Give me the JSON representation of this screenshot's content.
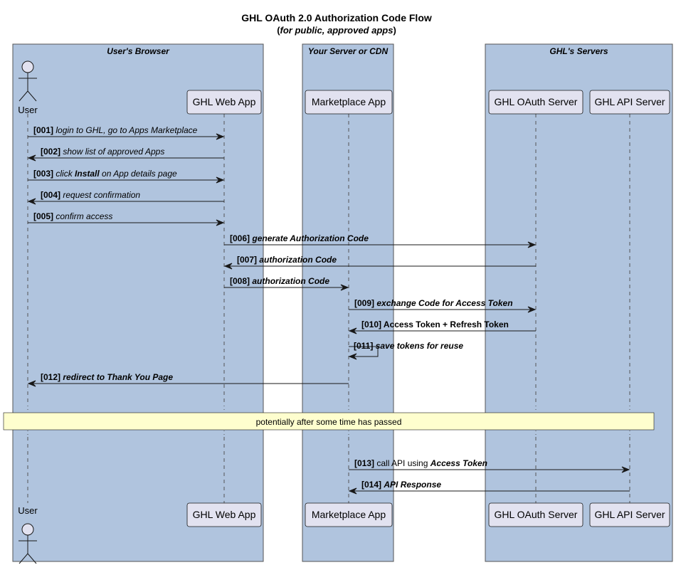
{
  "title": {
    "line1": "GHL OAuth 2.0 Authorization Code Flow",
    "line2_pre": "(",
    "line2_italic": "for public, approved apps",
    "line2_post": ")"
  },
  "colors": {
    "box_fill": "#b0c4de",
    "box_stroke": "#555555",
    "participant_fill": "#e2e2f0",
    "participant_stroke": "#181818",
    "note_fill": "#fefece",
    "arrow": "#181818",
    "text": "#000000"
  },
  "boxes": [
    {
      "id": "browser",
      "title": "User's Browser"
    },
    {
      "id": "server",
      "title": "Your Server or CDN"
    },
    {
      "id": "ghl",
      "title": "GHL's Servers"
    }
  ],
  "participants": [
    {
      "id": "user",
      "label": "User",
      "kind": "actor"
    },
    {
      "id": "webapp",
      "label": "GHL Web App",
      "kind": "box"
    },
    {
      "id": "market",
      "label": "Marketplace App",
      "kind": "box"
    },
    {
      "id": "oauth",
      "label": "GHL OAuth Server",
      "kind": "box"
    },
    {
      "id": "api",
      "label": "GHL API Server",
      "kind": "box"
    }
  ],
  "messages": [
    {
      "num": "[001]",
      "from": "user",
      "to": "webapp",
      "parts": [
        {
          "t": "login to GHL, go to Apps Marketplace",
          "s": "i"
        }
      ]
    },
    {
      "num": "[002]",
      "from": "webapp",
      "to": "user",
      "parts": [
        {
          "t": "show list of approved Apps",
          "s": "i"
        }
      ]
    },
    {
      "num": "[003]",
      "from": "user",
      "to": "webapp",
      "parts": [
        {
          "t": "click ",
          "s": "i"
        },
        {
          "t": "Install",
          "s": "bi"
        },
        {
          "t": " on App details page",
          "s": "i"
        }
      ]
    },
    {
      "num": "[004]",
      "from": "webapp",
      "to": "user",
      "parts": [
        {
          "t": "request confirmation",
          "s": "i"
        }
      ]
    },
    {
      "num": "[005]",
      "from": "user",
      "to": "webapp",
      "parts": [
        {
          "t": "confirm access",
          "s": "i"
        }
      ]
    },
    {
      "num": "[006]",
      "from": "webapp",
      "to": "oauth",
      "parts": [
        {
          "t": "generate Authorization Code",
          "s": "bi"
        }
      ]
    },
    {
      "num": "[007]",
      "from": "oauth",
      "to": "webapp",
      "parts": [
        {
          "t": "authorization Code",
          "s": "bi"
        }
      ]
    },
    {
      "num": "[008]",
      "from": "webapp",
      "to": "market",
      "parts": [
        {
          "t": "authorization Code",
          "s": "bi"
        }
      ]
    },
    {
      "num": "[009]",
      "from": "market",
      "to": "oauth",
      "parts": [
        {
          "t": "exchange Code for Access Token",
          "s": "bi"
        }
      ]
    },
    {
      "num": "[010]",
      "from": "oauth",
      "to": "market",
      "parts": [
        {
          "t": "Access Token + Refresh Token",
          "s": "b"
        }
      ]
    },
    {
      "num": "[011]",
      "from": "market",
      "to": "market",
      "parts": [
        {
          "t": "save tokens for reuse",
          "s": "bi"
        }
      ]
    },
    {
      "num": "[012]",
      "from": "market",
      "to": "user",
      "parts": [
        {
          "t": "redirect to Thank You Page",
          "s": "bi"
        }
      ]
    },
    {
      "num": "[013]",
      "from": "market",
      "to": "api",
      "parts": [
        {
          "t": "call API using ",
          "s": "n"
        },
        {
          "t": "Access Token",
          "s": "bi"
        }
      ]
    },
    {
      "num": "[014]",
      "from": "api",
      "to": "market",
      "parts": [
        {
          "t": "API Response",
          "s": "bi"
        }
      ]
    }
  ],
  "divider": {
    "label": "potentially after some time has passed"
  }
}
